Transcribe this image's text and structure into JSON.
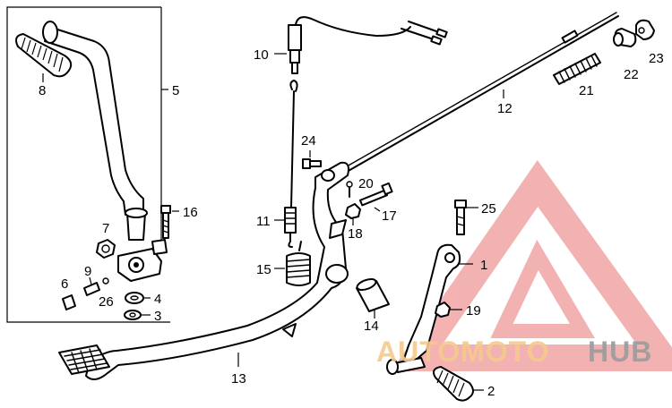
{
  "callouts": {
    "c1": "1",
    "c2": "2",
    "c3": "3",
    "c4": "4",
    "c5": "5",
    "c6": "6",
    "c7": "7",
    "c8": "8",
    "c9": "9",
    "c10": "10",
    "c11": "11",
    "c12": "12",
    "c13": "13",
    "c14": "14",
    "c15": "15",
    "c16": "16",
    "c17": "17",
    "c18": "18",
    "c19": "19",
    "c20": "20",
    "c21": "21",
    "c22": "22",
    "c23": "23",
    "c24": "24",
    "c25": "25",
    "c26": "26"
  },
  "watermark": {
    "text_part1": "AUTOMOTO",
    "text_part2": "HUB",
    "color_primary": "#f2a5a5",
    "color_secondary": "#f5c98c",
    "color_text2": "#9a9a9a"
  }
}
